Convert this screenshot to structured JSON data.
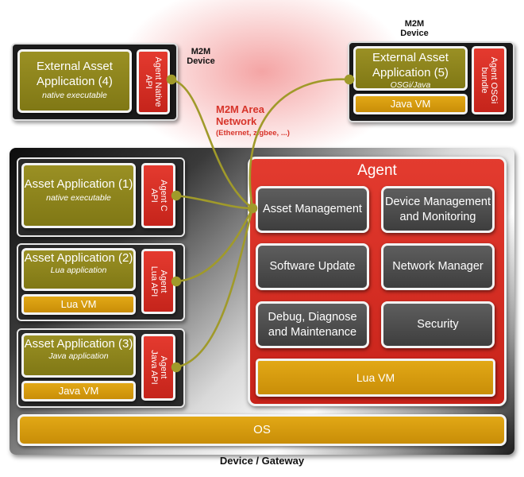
{
  "m2m_device_label_left": "M2M Device",
  "m2m_device_label_right": "M2M Device",
  "area_network": {
    "title": "M2M Area Network",
    "subtitle": "(Ethernet, zigbee, ...)"
  },
  "external_apps": [
    {
      "title": "External Asset Application (4)",
      "subtitle": "native executable",
      "api": "Agent Native API"
    },
    {
      "title": "External Asset Application (5)",
      "subtitle": "OSGi/Java",
      "api": "Agent OSGi bundle",
      "vm": "Java VM"
    }
  ],
  "gateway_label": "Device / Gateway",
  "assets": [
    {
      "title": "Asset Application (1)",
      "subtitle": "native executable",
      "api": "Agent C API"
    },
    {
      "title": "Asset Application (2)",
      "subtitle": "Lua application",
      "api": "Agent Lua API",
      "vm": "Lua VM"
    },
    {
      "title": "Asset Application (3)",
      "subtitle": "Java application",
      "api": "Agent Java API",
      "vm": "Java VM"
    }
  ],
  "agent": {
    "title": "Agent",
    "modules": [
      "Asset Management",
      "Device Management and Monitoring",
      "Software Update",
      "Network Manager",
      "Debug, Diagnose and Maintenance",
      "Security"
    ],
    "vm": "Lua VM"
  },
  "os": "OS",
  "colors": {
    "app_olive": "#8d851c",
    "agent_red": "#d42d22",
    "vm_gold": "#d99c0e",
    "module_gray": "#4e4e4e",
    "connector": "#a09a2a",
    "network_text": "#d7342a"
  }
}
